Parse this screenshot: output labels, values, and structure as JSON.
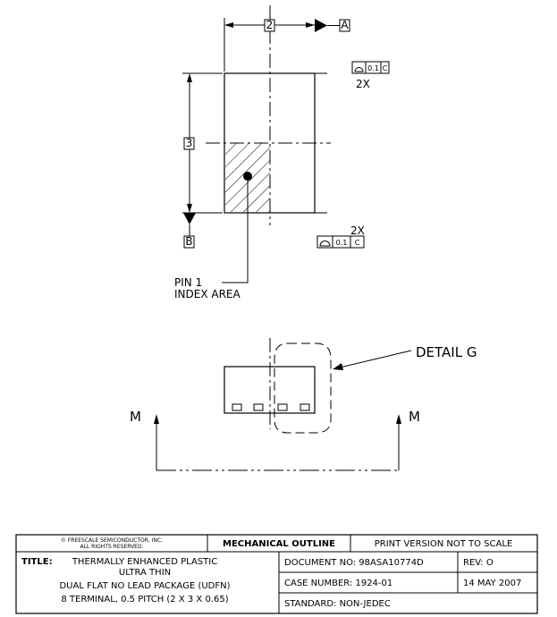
{
  "top_view": {
    "dim_width": "2",
    "dim_height": "3",
    "datum_a": "A",
    "datum_b": "B",
    "fcf_top": {
      "tolerance": "0.1",
      "datum": "C",
      "count": "2X"
    },
    "fcf_bottom": {
      "tolerance": "0.1",
      "datum": "C",
      "count": "2X"
    },
    "pin1_line1": "PIN 1",
    "pin1_line2": "INDEX AREA"
  },
  "side_view": {
    "detail_label": "DETAIL G",
    "section_left": "M",
    "section_right": "M"
  },
  "title_block": {
    "copyright_line1": "© FREESCALE SEMICONDUCTOR, INC.",
    "copyright_line2": "ALL RIGHTS RESERVED.",
    "outline_header": "MECHANICAL OUTLINE",
    "print_note": "PRINT VERSION NOT TO SCALE",
    "title_label": "TITLE:",
    "title_line1": "THERMALLY ENHANCED PLASTIC",
    "title_line2": "ULTRA THIN",
    "title_line3": "DUAL FLAT NO LEAD PACKAGE (UDFN)",
    "title_line4": "8 TERMINAL, 0.5 PITCH (2 X 3 X 0.65)",
    "document_no": "DOCUMENT NO: 98ASA10774D",
    "rev": "REV: O",
    "case_number": "CASE NUMBER: 1924-01",
    "date": "14 MAY 2007",
    "standard": "STANDARD: NON-JEDEC"
  }
}
